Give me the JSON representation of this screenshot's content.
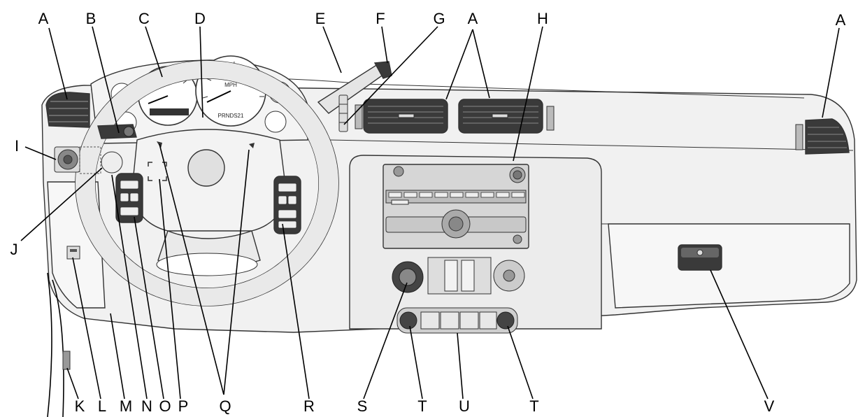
{
  "callouts": [
    {
      "id": "A1",
      "text": "A"
    },
    {
      "id": "B",
      "text": "B"
    },
    {
      "id": "C",
      "text": "C"
    },
    {
      "id": "D",
      "text": "D"
    },
    {
      "id": "E",
      "text": "E"
    },
    {
      "id": "F",
      "text": "F"
    },
    {
      "id": "G",
      "text": "G"
    },
    {
      "id": "A2",
      "text": "A"
    },
    {
      "id": "H",
      "text": "H"
    },
    {
      "id": "A3",
      "text": "A"
    },
    {
      "id": "I",
      "text": "I"
    },
    {
      "id": "J",
      "text": "J"
    },
    {
      "id": "K",
      "text": "K"
    },
    {
      "id": "L",
      "text": "L"
    },
    {
      "id": "M",
      "text": "M"
    },
    {
      "id": "N",
      "text": "N"
    },
    {
      "id": "O",
      "text": "O"
    },
    {
      "id": "P",
      "text": "P"
    },
    {
      "id": "Q",
      "text": "Q"
    },
    {
      "id": "R",
      "text": "R"
    },
    {
      "id": "S",
      "text": "S"
    },
    {
      "id": "T1",
      "text": "T"
    },
    {
      "id": "U",
      "text": "U"
    },
    {
      "id": "T2",
      "text": "T"
    },
    {
      "id": "V",
      "text": "V"
    }
  ],
  "cluster": {
    "gear_indicator": "PRNDS21",
    "speed_unit": "MPH"
  }
}
